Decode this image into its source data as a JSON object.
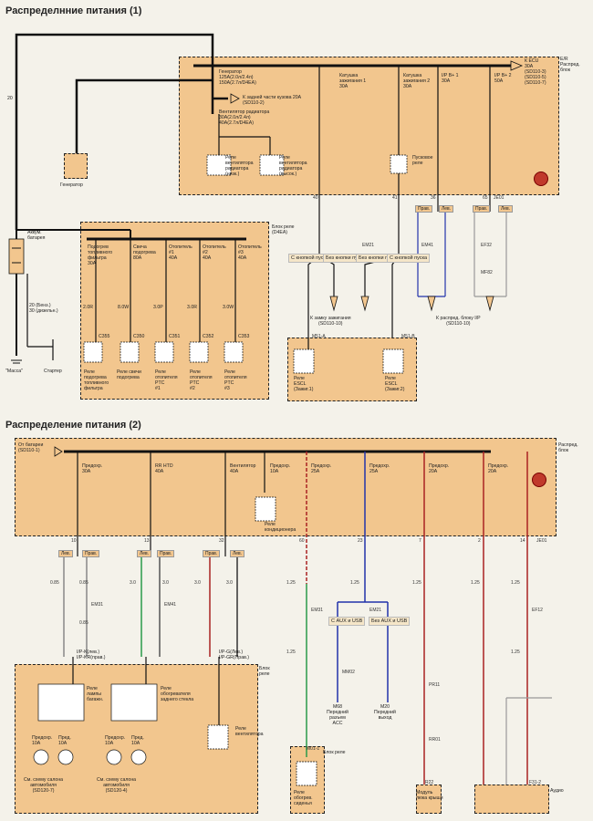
{
  "section1": {
    "title": "Распределнние питания (1)",
    "er_label": "E/R\nРаспред.\nблок",
    "wire_20": "20",
    "generator": "Генератор\n125A(2.0л/2.4л)\n150A(2.7л/D4EA)",
    "rear_body": "К задней части кузова 20A\n(SD110-2)",
    "fan": "Вентилятор радиатора\n30A(2.0л/2.4л)\n40A(2.7л/D4EA)",
    "fan_relay_low": "Реле\nвентилятора\nрадиатора\n(низк.)",
    "fan_relay_high": "Реле\nвентилятора\nрадиатора\n(высок.)",
    "ign1": "Катушка\nзажигания 1\n30A",
    "ign2": "Катушка\nзажигания 2\n30A",
    "ip1": "I/P B+ 1\n30A",
    "ip2": "I/P B+ 2\n50A",
    "ecu": "К ECU\n30A\n(SD110-3)\n(SD110-5)\n(SD110-7)",
    "start_relay": "Пусковое\nреле",
    "battery": "Аккум.\nбатарея",
    "gen_box": "Генератор",
    "mass": "\"Масса\"",
    "starter": "Стартер",
    "benz": "20 (Бенз.)\n30 (дизельн.)",
    "relay_block": "Блок реле\n(D4EA)",
    "rb_fuses": [
      "Подогрев\nтопливного\nфильтра\n30A",
      "Свеча\nподогрева\n80A",
      "Отопитель\n#1\n40A",
      "Отопитель\n#2\n40A",
      "Отопитель\n#3\n40A"
    ],
    "rb_wires": [
      "2.0R",
      "8.0W",
      "3.0P",
      "3.0R",
      "3.0W"
    ],
    "rb_conns": [
      "C355",
      "C350",
      "C351",
      "C352",
      "C353"
    ],
    "rb_relays": [
      "Реле\nподогрева\nтопливного\nфильтра",
      "Реле свечи\nподогрева",
      "Реле\nотопителя\nPTC\n#1",
      "Реле\nотопителя\nPTC\n#2",
      "Реле\nотопителя\nPTC\n#3"
    ],
    "key_btn1": "С кнопкой\nпуска",
    "no_key1": "Без\nкнопки\nпуска",
    "no_key2": "Без\nкнопки\nпуска",
    "key_btn2": "С\nкнопкой\nпуска",
    "ign_lock": "К замку зажигания\n(SD110-10)",
    "ip_dist": "К распред. блоку I/P\n(SD110-10)",
    "escl1": "Реле\nESCL\n(Зажиг.1)",
    "escl2": "Реле\nESCL\n(Зажиг.2)",
    "tags": [
      "Прав.",
      "Лев.",
      "Прав.",
      "Лев."
    ],
    "conns": [
      "EM21",
      "EM41",
      "EF32",
      "MF82",
      "M51-A",
      "M51-B",
      "JE01"
    ],
    "pins": [
      "40",
      "41",
      "36",
      "65"
    ]
  },
  "section2": {
    "title": "Распределение питания (2)",
    "dist_label": "Распред.\nблок",
    "from_batt": "От батареи\n(SD110-1)",
    "fuses": [
      "Предохр.\n30A",
      "RR HTD\n40A",
      "Вентилятор\n40A",
      "Предохр.\n10A",
      "Предохр.\n25A",
      "Предохр.\n25A",
      "Предохр.\n20A",
      "Предохр.\n20A"
    ],
    "ac_relay": "Реле\nкондиционера",
    "pins_top": [
      "10",
      "13",
      "32",
      "60",
      "23",
      "7",
      "2",
      "14"
    ],
    "jeo": "JE01",
    "tags": [
      "Лев.",
      "Прав.",
      "Лев.",
      "Прав.",
      "Прав.",
      "Лев."
    ],
    "conns": [
      "EM31",
      "EM41",
      "EM31",
      "EM21",
      "EF12",
      "MM02",
      "PR11",
      "RR01",
      "M01-1",
      "R22",
      "F31-2"
    ],
    "ip_k": "I/P-K(лев.)\nI/P-KR(прав.)",
    "ip_g": "I/P-G(Лев.)\nI/P-GR(Прав.)",
    "relay_block": "Блок\nреле",
    "trunk_relay": "Реле\nлампы\nбагажн.",
    "rear_defog": "Реле\nобогревателя\nзаднего стекла",
    "fan_relay": "Реле\nвентилятора",
    "fuse10a_a": "Предохр.\n10A",
    "fuse10a_b": "Пред.\n10A",
    "fuse10a_c": "Предохр.\n10A",
    "fuse10a_d": "Пред.\n10A",
    "see1": "См. схему салона\nавтомобиля\n(SD120-7)",
    "see2": "См. схему салона\nавтомобиля\n(SD120-4)",
    "aux1": "С\nAUX и\nUSB",
    "aux2": "Без\nAUX и\nUSB",
    "m68": "M68\nПередний\nразъем\nACC",
    "m20": "M20\nПередний\nвыход",
    "relay_block2": "Блок реле",
    "seat_relay": "Реле\nобогрев.\nсиденья",
    "roof": "Модуль\nлюка крыши",
    "audio": "Аудио",
    "wires": [
      "0.85",
      "0.85",
      "0.85",
      "3.0",
      "3.0",
      "3.0",
      "3.0",
      "1.25",
      "1.25",
      "1.25",
      "1.25",
      "1.25",
      "1.25",
      "1.25"
    ]
  }
}
